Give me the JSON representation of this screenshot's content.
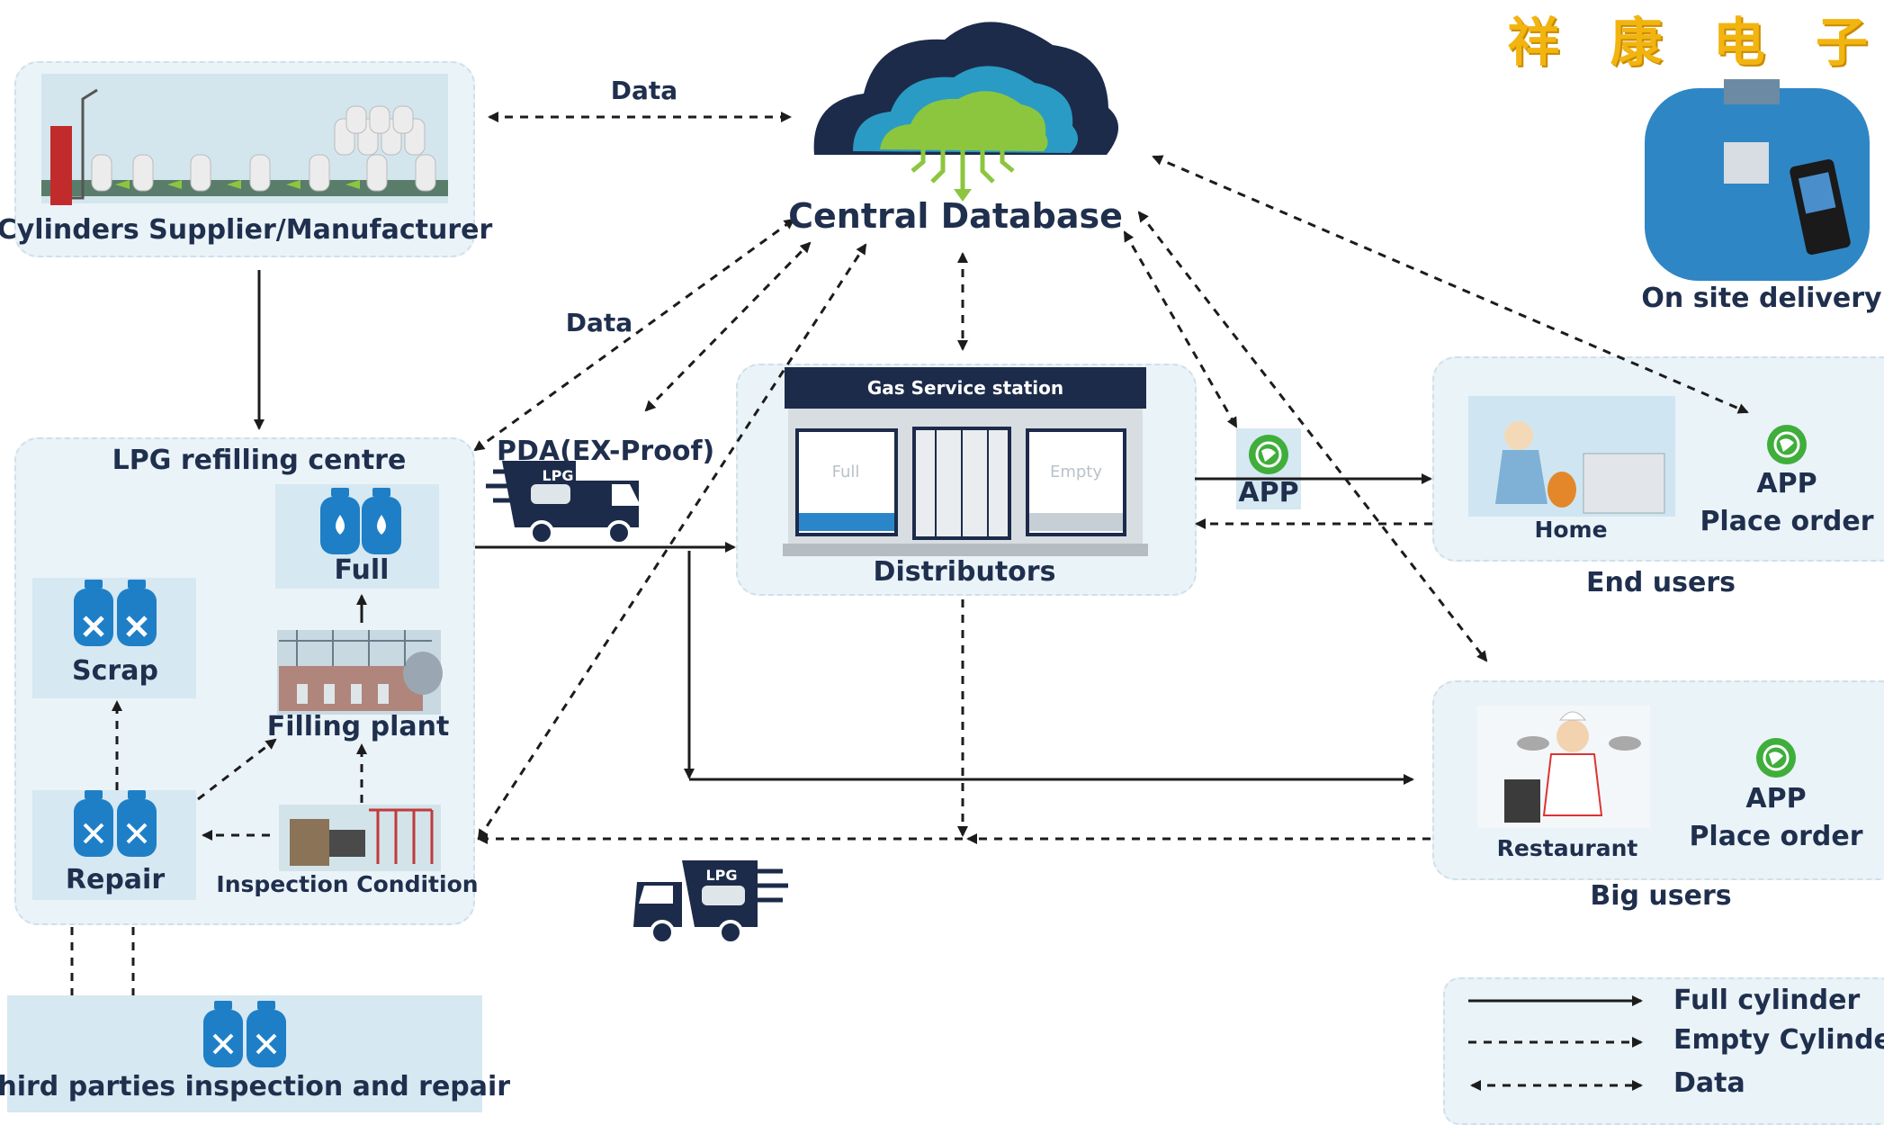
{
  "brand": "祥 康 电 子",
  "central": {
    "title": "Central Database"
  },
  "supplier": {
    "label": "Cylinders Supplier/Manufacturer"
  },
  "refill": {
    "title": "LPG refilling centre",
    "full": "Full",
    "scrap": "Scrap",
    "filling": "Filling plant",
    "repair": "Repair",
    "inspection": "Inspection Condition"
  },
  "pda": {
    "label": "PDA(EX-Proof)",
    "truck_tag": "LPG"
  },
  "truck2": {
    "tag": "LPG"
  },
  "station": {
    "sign": "Gas Service station",
    "full": "Full",
    "empty": "Empty",
    "label": "Distributors"
  },
  "distributor_app": {
    "label": "APP"
  },
  "onsite": {
    "label": "On site delivery"
  },
  "end_users": {
    "home": "Home",
    "app": "APP",
    "order": "Place order",
    "label": "End users"
  },
  "big_users": {
    "restaurant": "Restaurant",
    "app": "APP",
    "order": "Place order",
    "label": "Big users"
  },
  "data_labels": {
    "top": "Data",
    "mid": "Data"
  },
  "third_party": {
    "label": "Third parties inspection and repair"
  },
  "legend": {
    "full": "Full cylinder",
    "empty": "Empty Cylinder",
    "data": "Data"
  },
  "colors": {
    "navy": "#1c2b4a",
    "cylinder_blue": "#1e7fc7",
    "panel": "#eaf3f8",
    "tile": "#d6e8f1",
    "app_green": "#3fae3b",
    "brand_gold": "#f2b40f"
  }
}
